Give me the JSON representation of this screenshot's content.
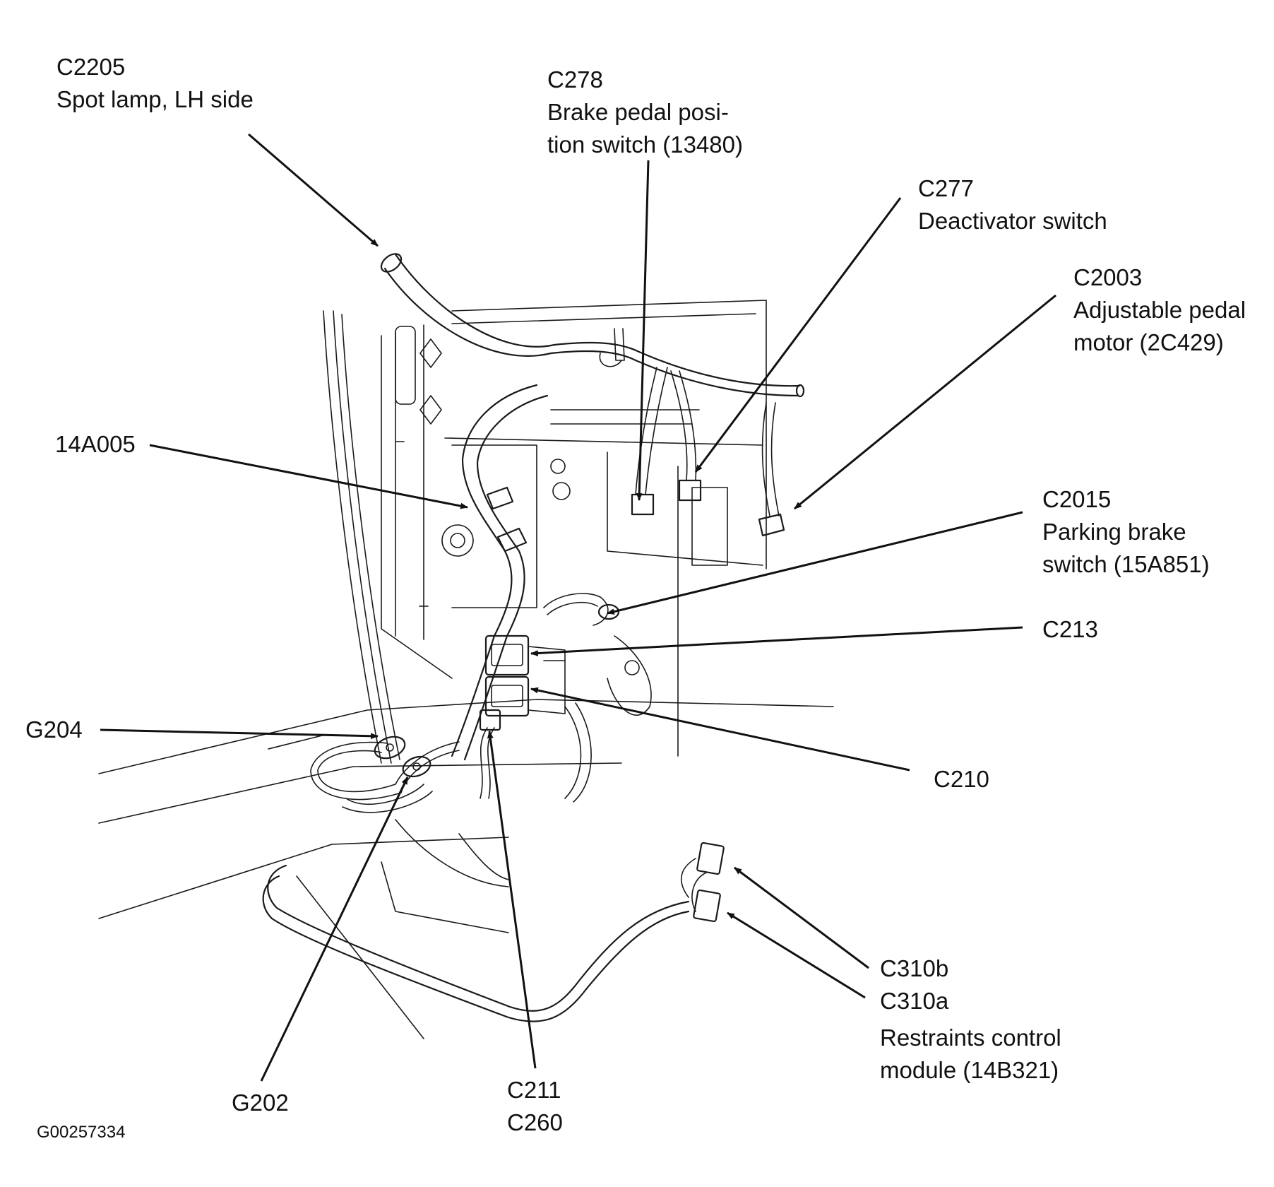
{
  "labels": {
    "c2205": {
      "code": "C2205",
      "desc": "Spot lamp, LH side"
    },
    "c278": {
      "code": "C278",
      "desc1": "Brake pedal posi-",
      "desc2": "tion switch (13480)"
    },
    "c277": {
      "code": "C277",
      "desc": "Deactivator switch"
    },
    "c2003": {
      "code": "C2003",
      "desc1": "Adjustable pedal",
      "desc2": "motor (2C429)"
    },
    "h14a005": {
      "code": "14A005"
    },
    "c2015": {
      "code": "C2015",
      "desc1": "Parking brake",
      "desc2": "switch (15A851)"
    },
    "c213": {
      "code": "C213"
    },
    "g204": {
      "code": "G204"
    },
    "c210": {
      "code": "C210"
    },
    "c310": {
      "code_b": "C310b",
      "code_a": "C310a",
      "desc1": "Restraints control",
      "desc2": "module (14B321)"
    },
    "g202": {
      "code": "G202"
    },
    "c211": {
      "code1": "C211",
      "code2": "C260"
    }
  },
  "figure_code": "G00257334",
  "colors": {
    "ink": "#111111",
    "background": "#ffffff"
  }
}
